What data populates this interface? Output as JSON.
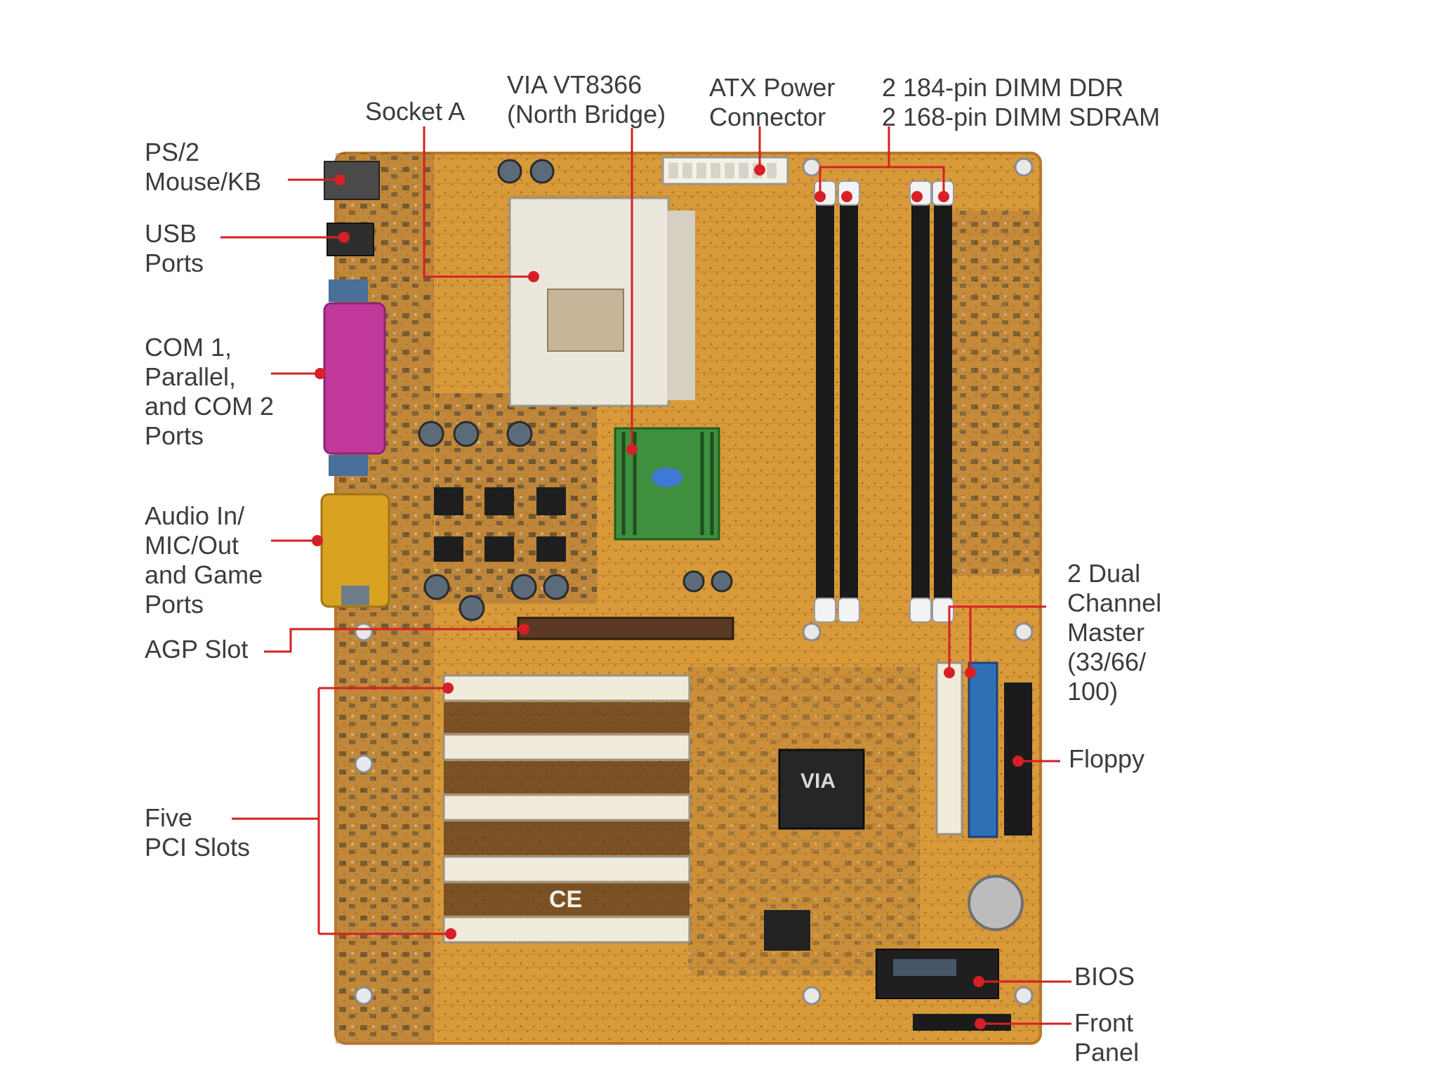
{
  "labels": {
    "ps2": "PS/2\nMouse/KB",
    "usb": "USB\nPorts",
    "com": "COM 1,\nParallel,\nand COM 2\nPorts",
    "audio": "Audio In/\nMIC/Out\nand Game\nPorts",
    "agp": "AGP Slot",
    "pci": "Five\nPCI Slots",
    "socket": "Socket A",
    "northbridge": "VIA VT8366\n(North Bridge)",
    "atx": "ATX Power\nConnector",
    "dimm": "2 184-pin DIMM DDR\n2 168-pin DIMM SDRAM",
    "ide": "2 Dual\nChannel\nMaster\n(33/66/\n100)",
    "floppy": "Floppy",
    "bios": "BIOS",
    "front": "Front\nPanel"
  },
  "board_marks": {
    "via_logo": "VIA",
    "ce_mark": "CE"
  },
  "colors": {
    "board": "#d99a3a",
    "board_edge": "#b8782a",
    "leader": "#d61f26",
    "label_text": "#3c3c3c",
    "com_port": "#c0399a",
    "game_port": "#d9a321",
    "ide_blue": "#2f6fb6",
    "heatsink": "#3f8f3f"
  }
}
